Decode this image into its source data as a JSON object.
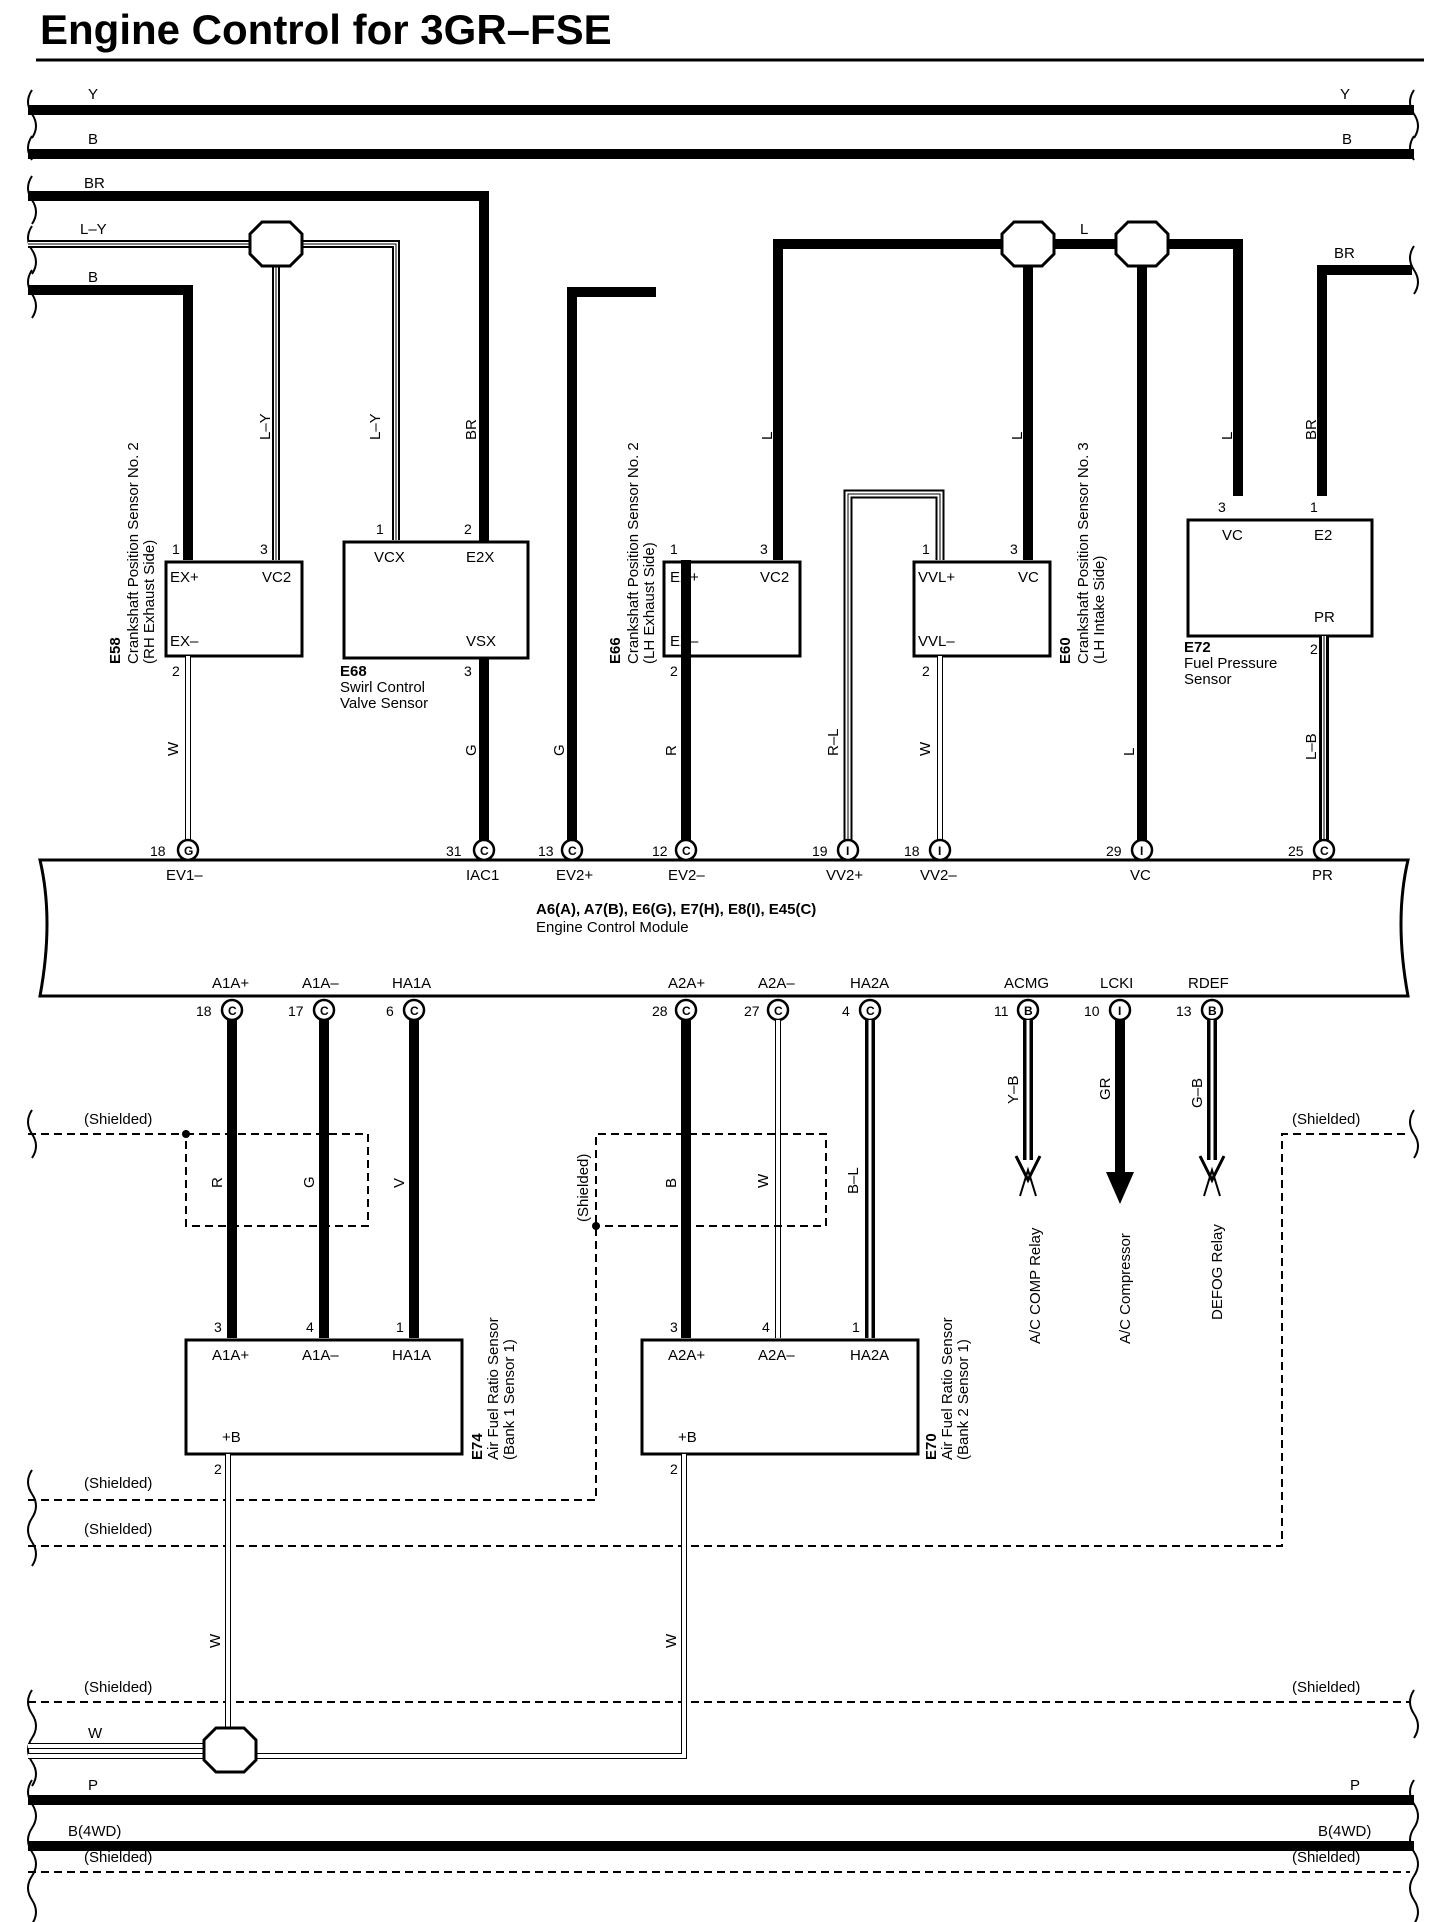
{
  "title": "Engine Control for 3GR–FSE",
  "colors": {
    "ink": "#000000",
    "paper": "#ffffff"
  },
  "buses_top": [
    {
      "id": "y",
      "label_left": "Y",
      "label_right": "Y"
    },
    {
      "id": "b",
      "label_left": "B",
      "label_right": "B"
    },
    {
      "id": "br",
      "label_left": "BR"
    },
    {
      "id": "ly",
      "label_left": "L–Y"
    },
    {
      "id": "b2",
      "label_left": "B"
    },
    {
      "id": "l",
      "label_mid": "L"
    },
    {
      "id": "br2",
      "label_right": "BR"
    }
  ],
  "components": [
    {
      "id": "e58",
      "code": "E58",
      "name_1": "Crankshaft Position Sensor No. 2",
      "name_2": "(RH Exhaust Side)",
      "pins": {
        "p1": "1",
        "p3": "3",
        "p2": "2"
      },
      "terms": {
        "t1": "EX+",
        "t2": "VC2",
        "t3": "EX–"
      }
    },
    {
      "id": "e68",
      "code": "E68",
      "name_1": "Swirl Control",
      "name_2": "Valve Sensor",
      "pins": {
        "p1": "1",
        "p2": "2",
        "p3": "3"
      },
      "terms": {
        "t1": "VCX",
        "t2": "E2X",
        "t3": "VSX"
      }
    },
    {
      "id": "e66",
      "code": "E66",
      "name_1": "Crankshaft Position Sensor No. 2",
      "name_2": "(LH Exhaust Side)",
      "pins": {
        "p1": "1",
        "p3": "3",
        "p2": "2"
      },
      "terms": {
        "t1": "EX+",
        "t2": "VC2",
        "t3": "EX–"
      }
    },
    {
      "id": "e60",
      "code": "E60",
      "name_1": "Crankshaft Position Sensor No. 3",
      "name_2": "(LH Intake Side)",
      "pins": {
        "p1": "1",
        "p3": "3",
        "p2": "2"
      },
      "terms": {
        "t1": "VVL+",
        "t2": "VC",
        "t3": "VVL–"
      }
    },
    {
      "id": "e72",
      "code": "E72",
      "name_1": "Fuel Pressure",
      "name_2": "Sensor",
      "pins": {
        "p3": "3",
        "p1": "1",
        "p2": "2"
      },
      "terms": {
        "t1": "VC",
        "t2": "E2",
        "t3": "PR"
      }
    },
    {
      "id": "e74",
      "code": "E74",
      "name_1": "Air Fuel Ratio Sensor",
      "name_2": "(Bank 1 Sensor 1)",
      "pins": {
        "p3": "3",
        "p4": "4",
        "p1": "1",
        "p2": "2"
      },
      "terms": {
        "t1": "A1A+",
        "t2": "A1A–",
        "t3": "HA1A",
        "t4": "+B"
      }
    },
    {
      "id": "e70",
      "code": "E70",
      "name_1": "Air Fuel Ratio Sensor",
      "name_2": "(Bank 2 Sensor 1)",
      "pins": {
        "p3": "3",
        "p4": "4",
        "p1": "1",
        "p2": "2"
      },
      "terms": {
        "t1": "A2A+",
        "t2": "A2A–",
        "t3": "HA2A",
        "t4": "+B"
      }
    }
  ],
  "ecm": {
    "connectors": "A6(A), A7(B), E6(G), E7(H), E8(I), E45(C)",
    "name": "Engine Control Module",
    "top_pins": [
      {
        "pin": "18",
        "conn": "G",
        "term": "EV1–"
      },
      {
        "pin": "31",
        "conn": "C",
        "term": "IAC1"
      },
      {
        "pin": "13",
        "conn": "C",
        "term": "EV2+"
      },
      {
        "pin": "12",
        "conn": "C",
        "term": "EV2–"
      },
      {
        "pin": "19",
        "conn": "I",
        "term": "VV2+"
      },
      {
        "pin": "18",
        "conn": "I",
        "term": "VV2–"
      },
      {
        "pin": "29",
        "conn": "I",
        "term": "VC"
      },
      {
        "pin": "25",
        "conn": "C",
        "term": "PR"
      }
    ],
    "bottom_pins": [
      {
        "pin": "18",
        "conn": "C",
        "term": "A1A+"
      },
      {
        "pin": "17",
        "conn": "C",
        "term": "A1A–"
      },
      {
        "pin": "6",
        "conn": "C",
        "term": "HA1A"
      },
      {
        "pin": "28",
        "conn": "C",
        "term": "A2A+"
      },
      {
        "pin": "27",
        "conn": "C",
        "term": "A2A–"
      },
      {
        "pin": "4",
        "conn": "C",
        "term": "HA2A"
      },
      {
        "pin": "11",
        "conn": "B",
        "term": "ACMG"
      },
      {
        "pin": "10",
        "conn": "I",
        "term": "LCKI"
      },
      {
        "pin": "13",
        "conn": "B",
        "term": "RDEF"
      }
    ]
  },
  "wire_labels": {
    "e58_vc2": "L–Y",
    "e68_vcx": "L–Y",
    "e68_e2x": "BR",
    "e66_vc2": "L",
    "e60_vc": "L",
    "e72_vc": "L",
    "e72_e2": "BR",
    "ev1": "W",
    "iac1": "G",
    "ev2p": "G",
    "ev2m": "R",
    "vv2p": "R–L",
    "vv2m": "W",
    "vc": "L",
    "pr": "L–B",
    "a1ap": "R",
    "a1am": "G",
    "ha1a": "V",
    "a2ap": "B",
    "a2am": "W",
    "ha2a": "B–L",
    "acmg": "Y–B",
    "lcki": "GR",
    "rdef": "G–B",
    "e74_b": "W",
    "e70_b": "W"
  },
  "destinations": {
    "acmg": "A/C COMP Relay",
    "lcki": "A/C Compressor",
    "rdef": "DEFOG Relay"
  },
  "shield_label": "(Shielded)",
  "buses_bottom": [
    {
      "id": "w",
      "label_left": "W"
    },
    {
      "id": "p",
      "label_left": "P",
      "label_right": "P"
    },
    {
      "id": "b4wd",
      "label_left": "B(4WD)",
      "label_right": "B(4WD)"
    }
  ]
}
